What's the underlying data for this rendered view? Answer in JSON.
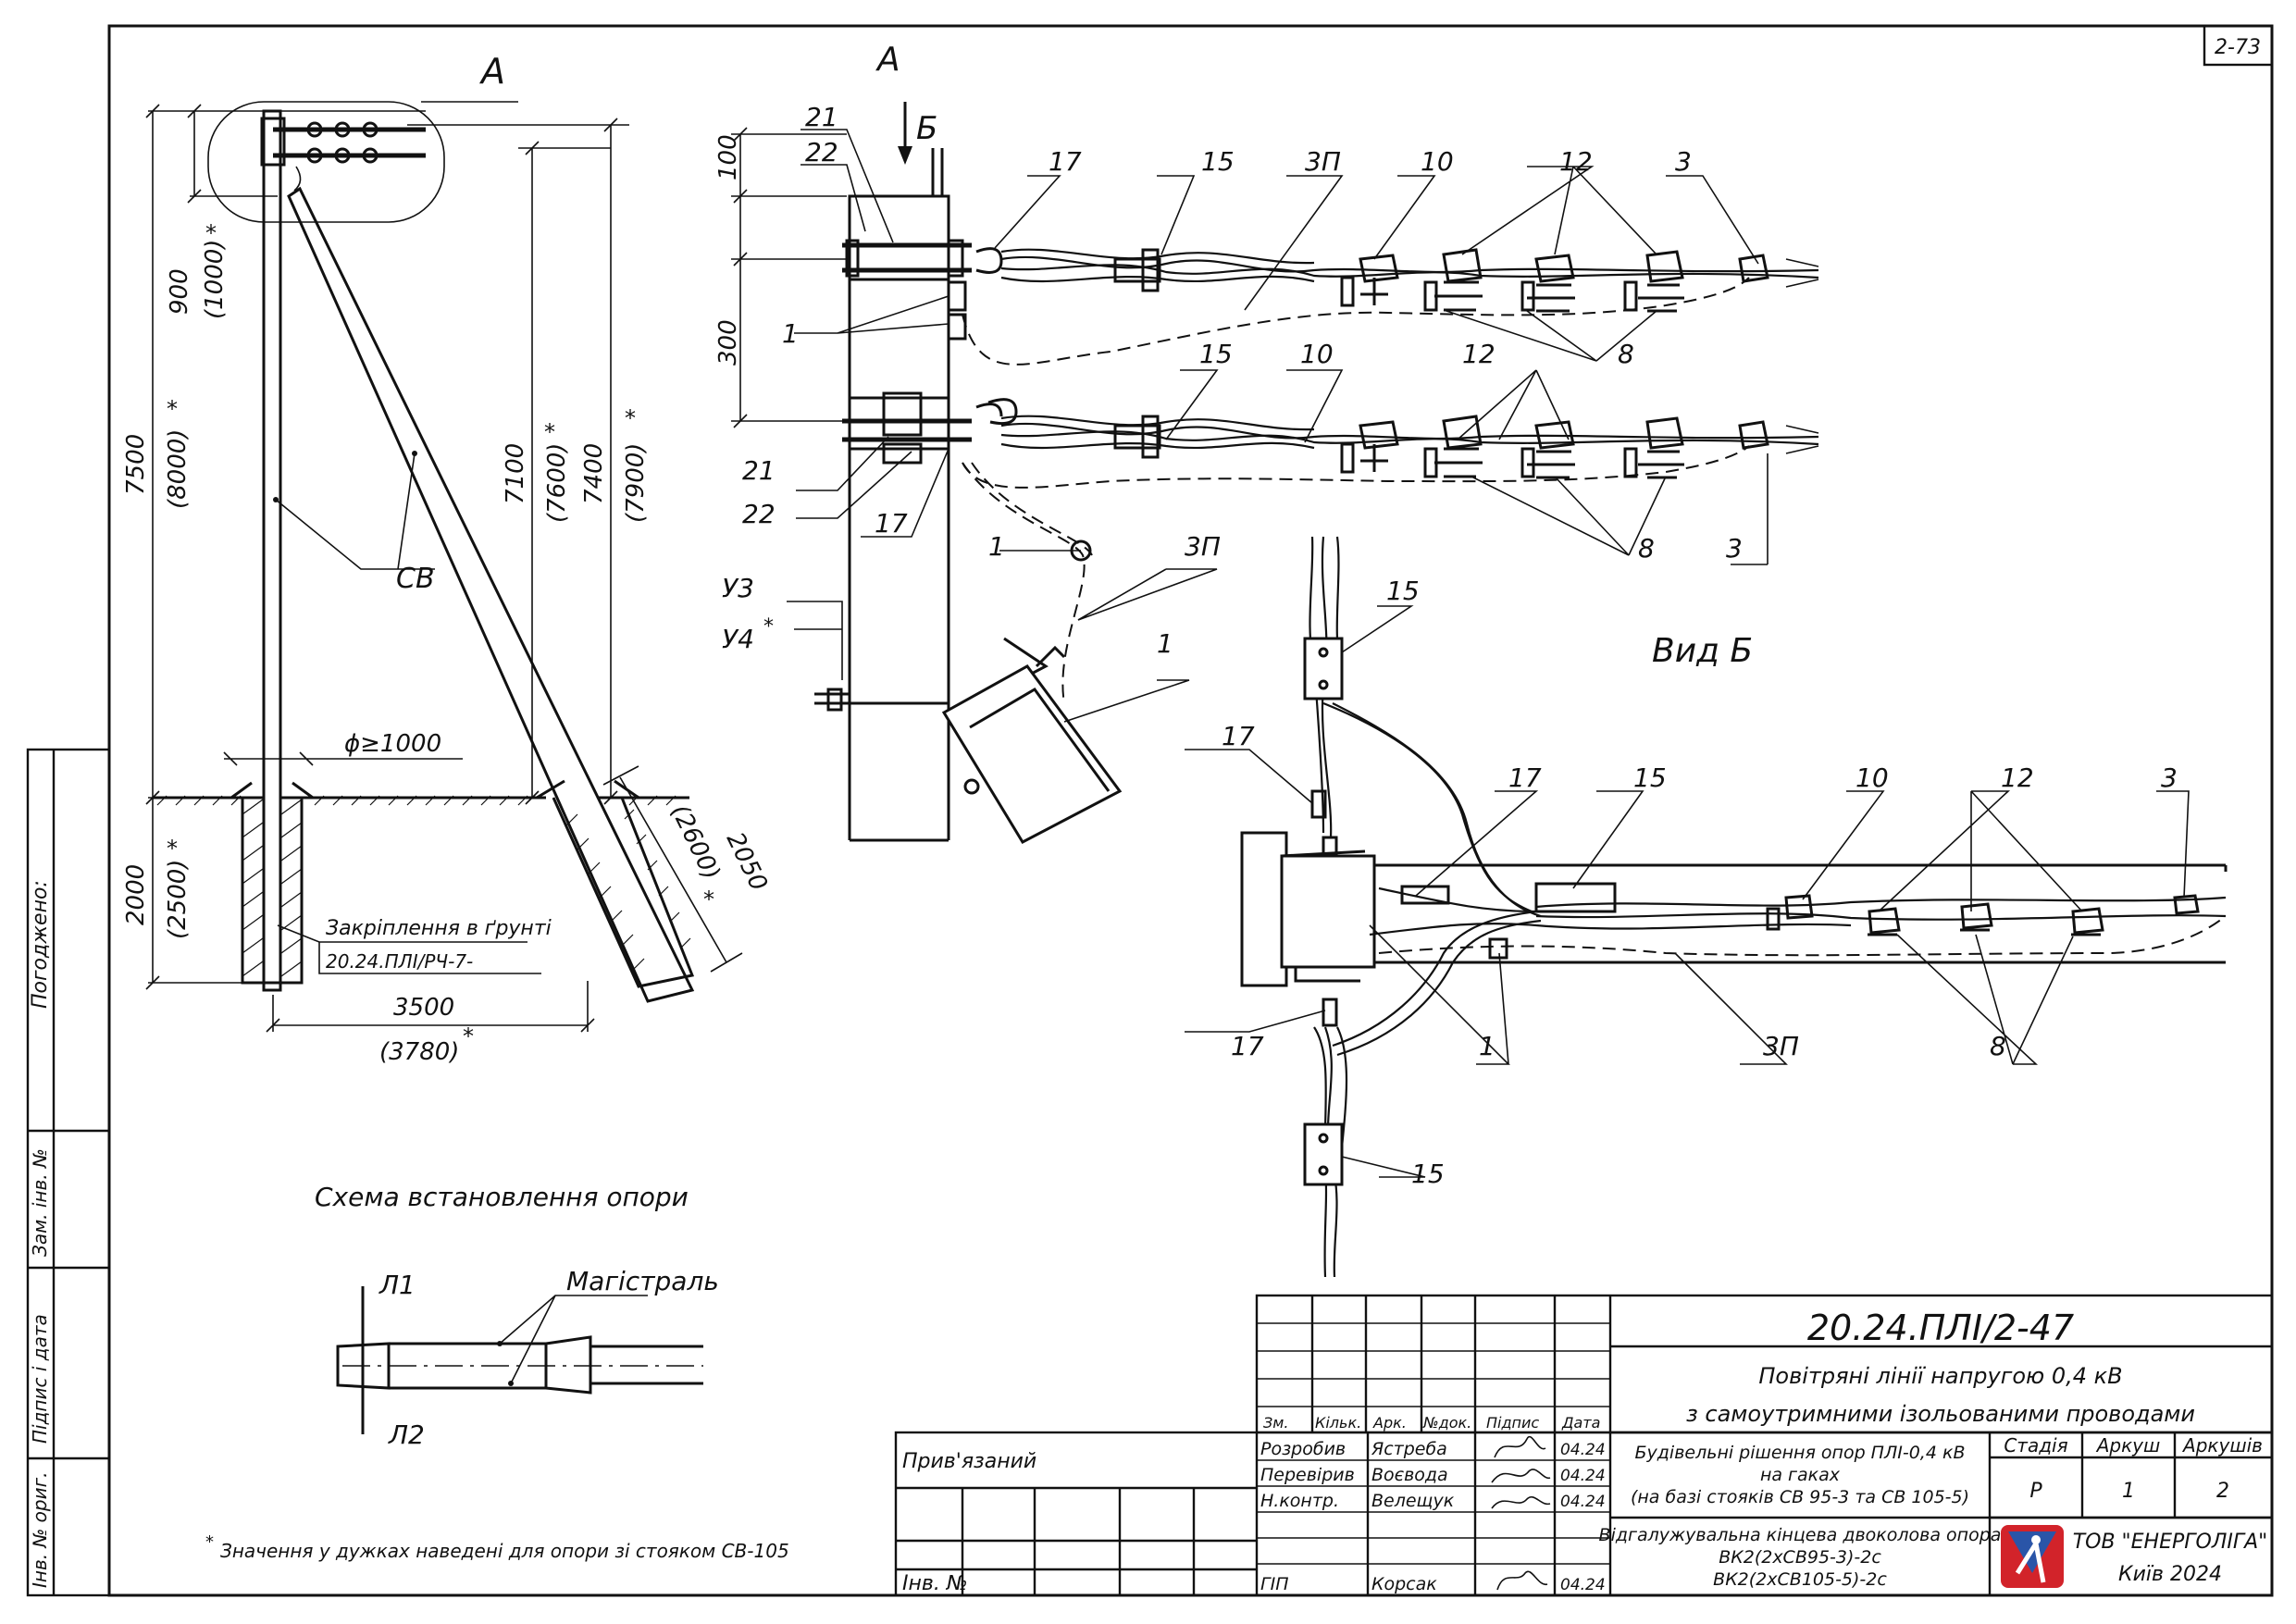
{
  "sheet": {
    "sheet_code": "2-73",
    "stamp_approved": "Погоджено:",
    "stamp_replaced": "Зам. інв. №",
    "stamp_signature_date": "Підпис і дата",
    "stamp_inventory_original": "Інв. № ориг."
  },
  "installation_scheme": {
    "title": "Схема встановлення опори",
    "view_label": "А",
    "label_sv": "СВ",
    "dim_900": "900",
    "dim_1000": "(1000)",
    "dim_7500": "7500",
    "dim_8000": "(8000)",
    "dim_7100": "7100",
    "dim_7600": "(7600)",
    "dim_7400": "7400",
    "dim_7900": "(7900)",
    "dim_diameter": "ϕ≥1000",
    "dim_2000": "2000",
    "dim_2500": "(2500)",
    "dim_2050": "2050",
    "dim_2600": "(2600)",
    "dim_3500": "3500",
    "dim_3780": "(3780)",
    "asterisk": "*",
    "ground_fix_title": "Закріплення в ґрунті",
    "ground_fix_doc": "20.24.ПЛІ/РЧ-7-"
  },
  "view_a": {
    "view_label": "А",
    "arrow_label": "Б",
    "dim_100": "100",
    "dim_300": "300",
    "labels": {
      "l21": "21",
      "l22": "22",
      "l17": "17",
      "l15": "15",
      "l3p": "3П",
      "l10": "10",
      "l12": "12",
      "l3": "3",
      "l1": "1",
      "l8": "8",
      "u3": "У3",
      "u4": "У4"
    }
  },
  "view_b": {
    "title": "Вид Б",
    "labels": {
      "l15": "15",
      "l17": "17",
      "l10": "10",
      "l12": "12",
      "l3": "3",
      "l1": "1",
      "l3p": "3П",
      "l8": "8"
    }
  },
  "mains": {
    "label": "Магістраль",
    "l1": "Л1",
    "l2": "Л2"
  },
  "footnote": "Значення у дужках наведені для опори зі стояком СВ-105",
  "title_block": {
    "doc_number": "20.24.ПЛІ/2-47",
    "title_line1": "Повітряні лінії напругою 0,4 кВ",
    "title_line2": "з самоутримними ізольованими проводами",
    "section_line1": "Будівельні рішення опор ПЛІ-0,4 кВ",
    "section_line2": "на гаках",
    "section_line3": "(на базі стояків СВ 95-3 та СВ 105-5)",
    "item_line1": "Відгалужувальна кінцева двоколова опора",
    "item_line2": "ВК2(2хСВ95-3)-2с",
    "item_line3": "ВК2(2хСВ105-5)-2с",
    "bound": "Прив'язаний",
    "inv": "Інв. №",
    "head_change": "Зм.",
    "head_qty": "Кільк.",
    "head_sheet": "Арк.",
    "head_doc": "№док.",
    "head_sign": "Підпис",
    "head_date": "Дата",
    "role_developed": "Розробив",
    "name_developed": "Ястреба",
    "role_checked": "Перевірив",
    "name_checked": "Воєвода",
    "role_norm": "Н.контр.",
    "name_norm": "Велещук",
    "role_gip": "ГІП",
    "name_gip": "Корсак",
    "date": "04.24",
    "stage_head": "Стадія",
    "stage_value": "Р",
    "sheet_head": "Аркуш",
    "sheet_value": "1",
    "sheets_head": "Аркушів",
    "sheets_value": "2",
    "company": "ТОВ \"ЕНЕРГОЛІГА\"",
    "city_year": "Київ 2024"
  },
  "colors": {
    "ink": "#111111",
    "logo_blue": "#2a55a8",
    "logo_red": "#d2232a"
  }
}
